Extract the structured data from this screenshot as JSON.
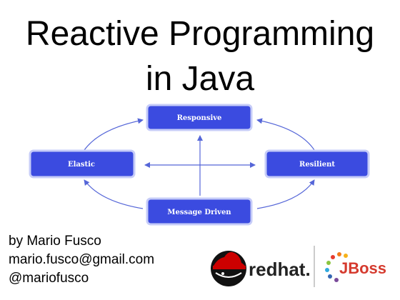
{
  "slide": {
    "title_line1": "Reactive Programming",
    "title_line2": "in Java"
  },
  "diagram": {
    "nodes": {
      "responsive": "Responsive",
      "elastic": "Elastic",
      "resilient": "Resilient",
      "message_driven": "Message Driven"
    },
    "node_color": "#3B4BE0",
    "arrow_color": "#5566D8"
  },
  "author": {
    "line1": "by Mario Fusco",
    "email": "mario.fusco@gmail.com",
    "handle": "@mariofusco"
  },
  "logos": {
    "redhat": {
      "text": "redhat.",
      "icon": "redhat-shadowman-icon",
      "color": "#CC0000"
    },
    "jboss": {
      "text": "JBoss",
      "icon": "jboss-dots-icon",
      "color": "#D53A2E"
    }
  }
}
